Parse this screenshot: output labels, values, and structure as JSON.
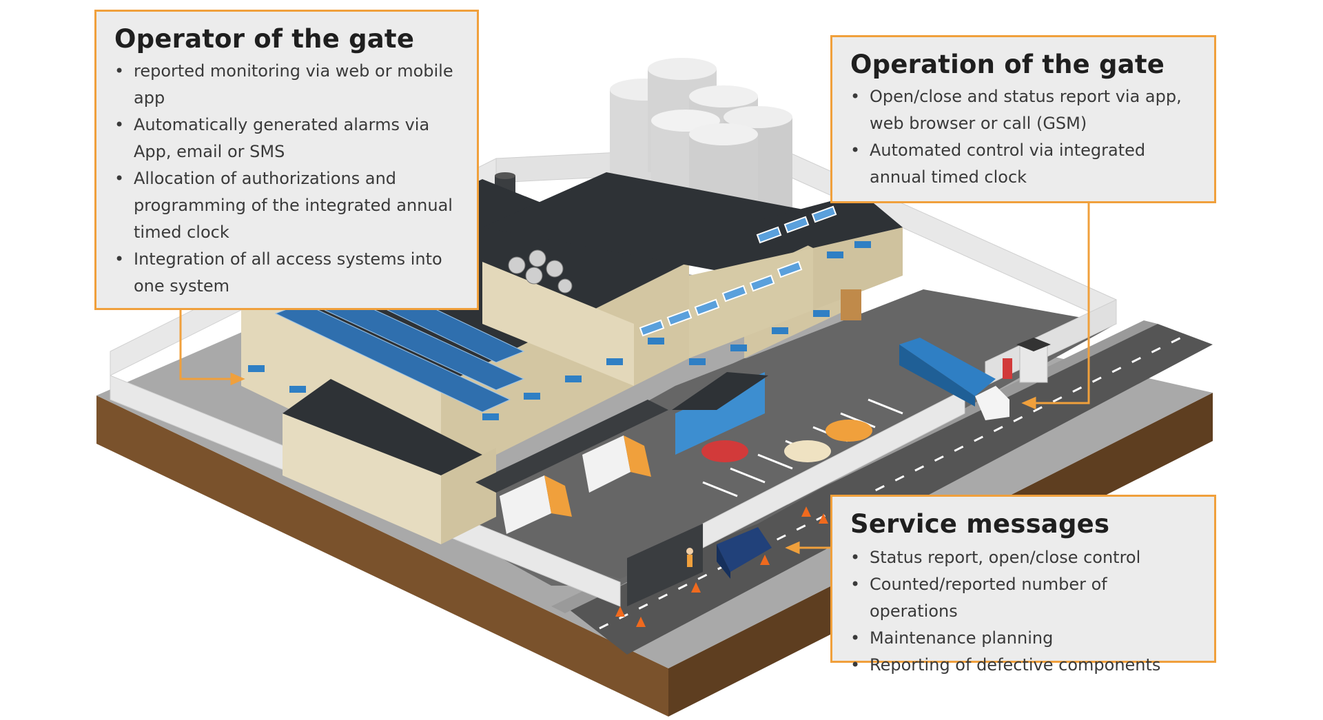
{
  "callouts": {
    "operator": {
      "title": "Operator of the gate",
      "items": [
        "reported monitoring via web or mobile app",
        "Automatically generated alarms via App, email or SMS",
        "Allocation of authorizations and programming of the integrated annual timed clock",
        "Integration of all access systems into one system"
      ]
    },
    "operation": {
      "title": "Operation of the gate",
      "items": [
        "Open/close and status report via app, web browser or call (GSM)",
        "Automated control via integrated annual timed clock"
      ]
    },
    "service": {
      "title": "Service messages",
      "items": [
        "Status report, open/close control",
        "Counted/reported number of operations",
        "Maintenance planning",
        "Reporting of defective components"
      ]
    }
  },
  "colors": {
    "accent": "#f0a03c",
    "box_fill": "#ececec",
    "ground": "#6b4a2b",
    "asphalt": "#5f5f5f",
    "roof": "#2e3236",
    "wall": "#e6dcc0",
    "truck_orange": "#f0a03c",
    "truck_blue": "#2f7fc4"
  }
}
